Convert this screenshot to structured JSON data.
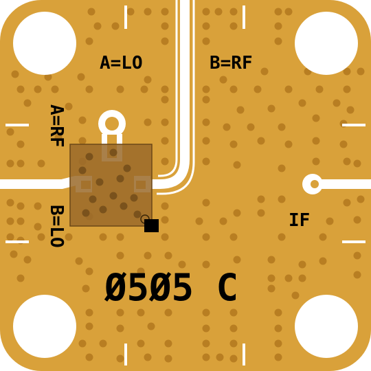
{
  "board": {
    "marking": "Ø5Ø5 C",
    "labels": {
      "top_left": "A=LO",
      "top_right": "B=RF",
      "left_upper": "A=RF",
      "left_lower": "B=LO",
      "right": "IF"
    }
  },
  "colors": {
    "substrate": "#D9A13A",
    "trace": "#FFFFFF",
    "via": "#B87E22",
    "chip": "#9A6A2A",
    "silkscreen": "#000000"
  },
  "features": {
    "mounting_holes": 4,
    "chip_pin1_marker": "pin1-dot"
  }
}
